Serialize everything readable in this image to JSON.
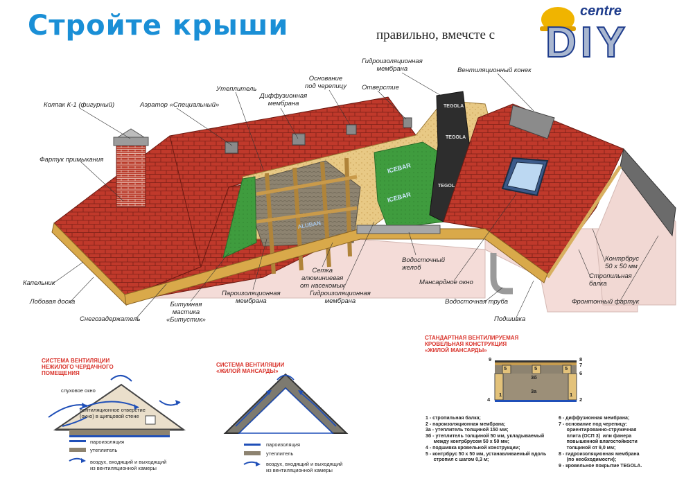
{
  "header": {
    "title": "Стройте крыши",
    "subtitle": "правильно, вмечсте с",
    "logo_top": "centre",
    "logo_main": "DIY"
  },
  "labels": {
    "kolpak": "Колпак К-1 (фигурный)",
    "aerator": "Аэратор «Специальный»",
    "uteplitel": "Утеплитель",
    "diffuz": [
      "Диффузионная",
      "мембрана"
    ],
    "osnovanie": [
      "Основание",
      "под черепицу"
    ],
    "otverstie": "Отверстие",
    "gidro_top": [
      "Гидроизоляционная",
      "мембрана"
    ],
    "vent_konek": "Вентиляционный конек",
    "fartuk_prim": "Фартук примыкания",
    "kapelnik": "Капельник",
    "lobovaya": "Лобовая доска",
    "snegozad": "Снегозадержатель",
    "bitum": [
      "Битумная",
      "мастика",
      "«Битустик»"
    ],
    "paroizol": [
      "Пароизоляционная",
      "мембрана"
    ],
    "setka": [
      "Сетка",
      "алюминиевая",
      "от насекомых"
    ],
    "gidro_bottom": [
      "Гидроизоляционная",
      "мембрана"
    ],
    "vodostoch_zhelob": [
      "Водосточный",
      "желоб"
    ],
    "mansard_okno": "Мансардное окно",
    "vodostoch_truba": "Водосточная труба",
    "podshivka": "Подшивка",
    "kontrbrus": [
      "Контрбрус",
      "50 x 50 мм"
    ],
    "stropil_balka": [
      "Стропильная",
      "балка"
    ],
    "frontonny": "Фронтонный фартук"
  },
  "panel_left": {
    "title": [
      "СИСТЕМА ВЕНТИЛЯЦИИ",
      "НЕЖИЛОГО ЧЕРДАЧНОГО",
      "ПОМЕЩЕНИЯ"
    ],
    "dormer": "слуховое окно",
    "vent_hole": [
      "вентиляционное отверстие",
      "(окно) в щипцовой стене"
    ],
    "legend": [
      "пароизоляция",
      "утеплитель",
      "воздух, входящий и выходящий",
      "из вентиляционной камеры"
    ]
  },
  "panel_mid": {
    "title": [
      "СИСТЕМА ВЕНТИЛЯЦИИ",
      "«ЖИЛОЙ МАНСАРДЫ»"
    ],
    "legend": [
      "пароизоляция",
      "утеплитель",
      "воздух, входящий и выходящий",
      "из вентиляционной камеры"
    ]
  },
  "panel_right": {
    "title": [
      "СТАНДАРТНАЯ ВЕНТИЛИРУЕМАЯ",
      "КРОВЕЛЬНАЯ КОНСТРУКЦИЯ",
      "«ЖИЛОЙ МАНСАРДЫ»"
    ],
    "section_numbers": [
      "9",
      "8",
      "7",
      "6",
      "5",
      "5",
      "5",
      "3б",
      "3а",
      "4",
      "1",
      "1",
      "2"
    ],
    "notes_left": [
      "1 - стропильная балка;",
      "2 - пароизоляционная мембрана;",
      "3а - утеплитель толщиной 150 мм;",
      "3б - утеплитель толщиной 50 мм, укладываемый",
      "      между контрбрусом 50 х 50 мм;",
      "4 - подшивка кровельной конструкции;",
      "5 - контрбрус 50 х 50 мм, устанавливаемый вдоль",
      "      стропил с шагом 0,3 м;"
    ],
    "notes_right": [
      "6 - диффузионная мембрана;",
      "7 - основание под черепицу:",
      "      ориентированно-стружечная",
      "      плита (ОСП 3)  или фанера",
      "      повышенной влагостойкости",
      "      толщиной от 9,0 мм;",
      "8 - гидроизоляционная мембрана",
      "      (по необходимости);",
      "9 - кровельное покрытие TEGOLA."
    ]
  },
  "roof_text": {
    "icebar": "ICEBAR",
    "tegola": "TEGOLA",
    "aluban": "ALUBAN"
  },
  "colors": {
    "title": "#1a8fd6",
    "tile": "#c0392b",
    "wall": "#f4dcd8",
    "wood": "#e3c27a",
    "membrane": "#3d9a3c",
    "accent_red": "#d9332b",
    "air_arrow": "#1f4fb8"
  }
}
